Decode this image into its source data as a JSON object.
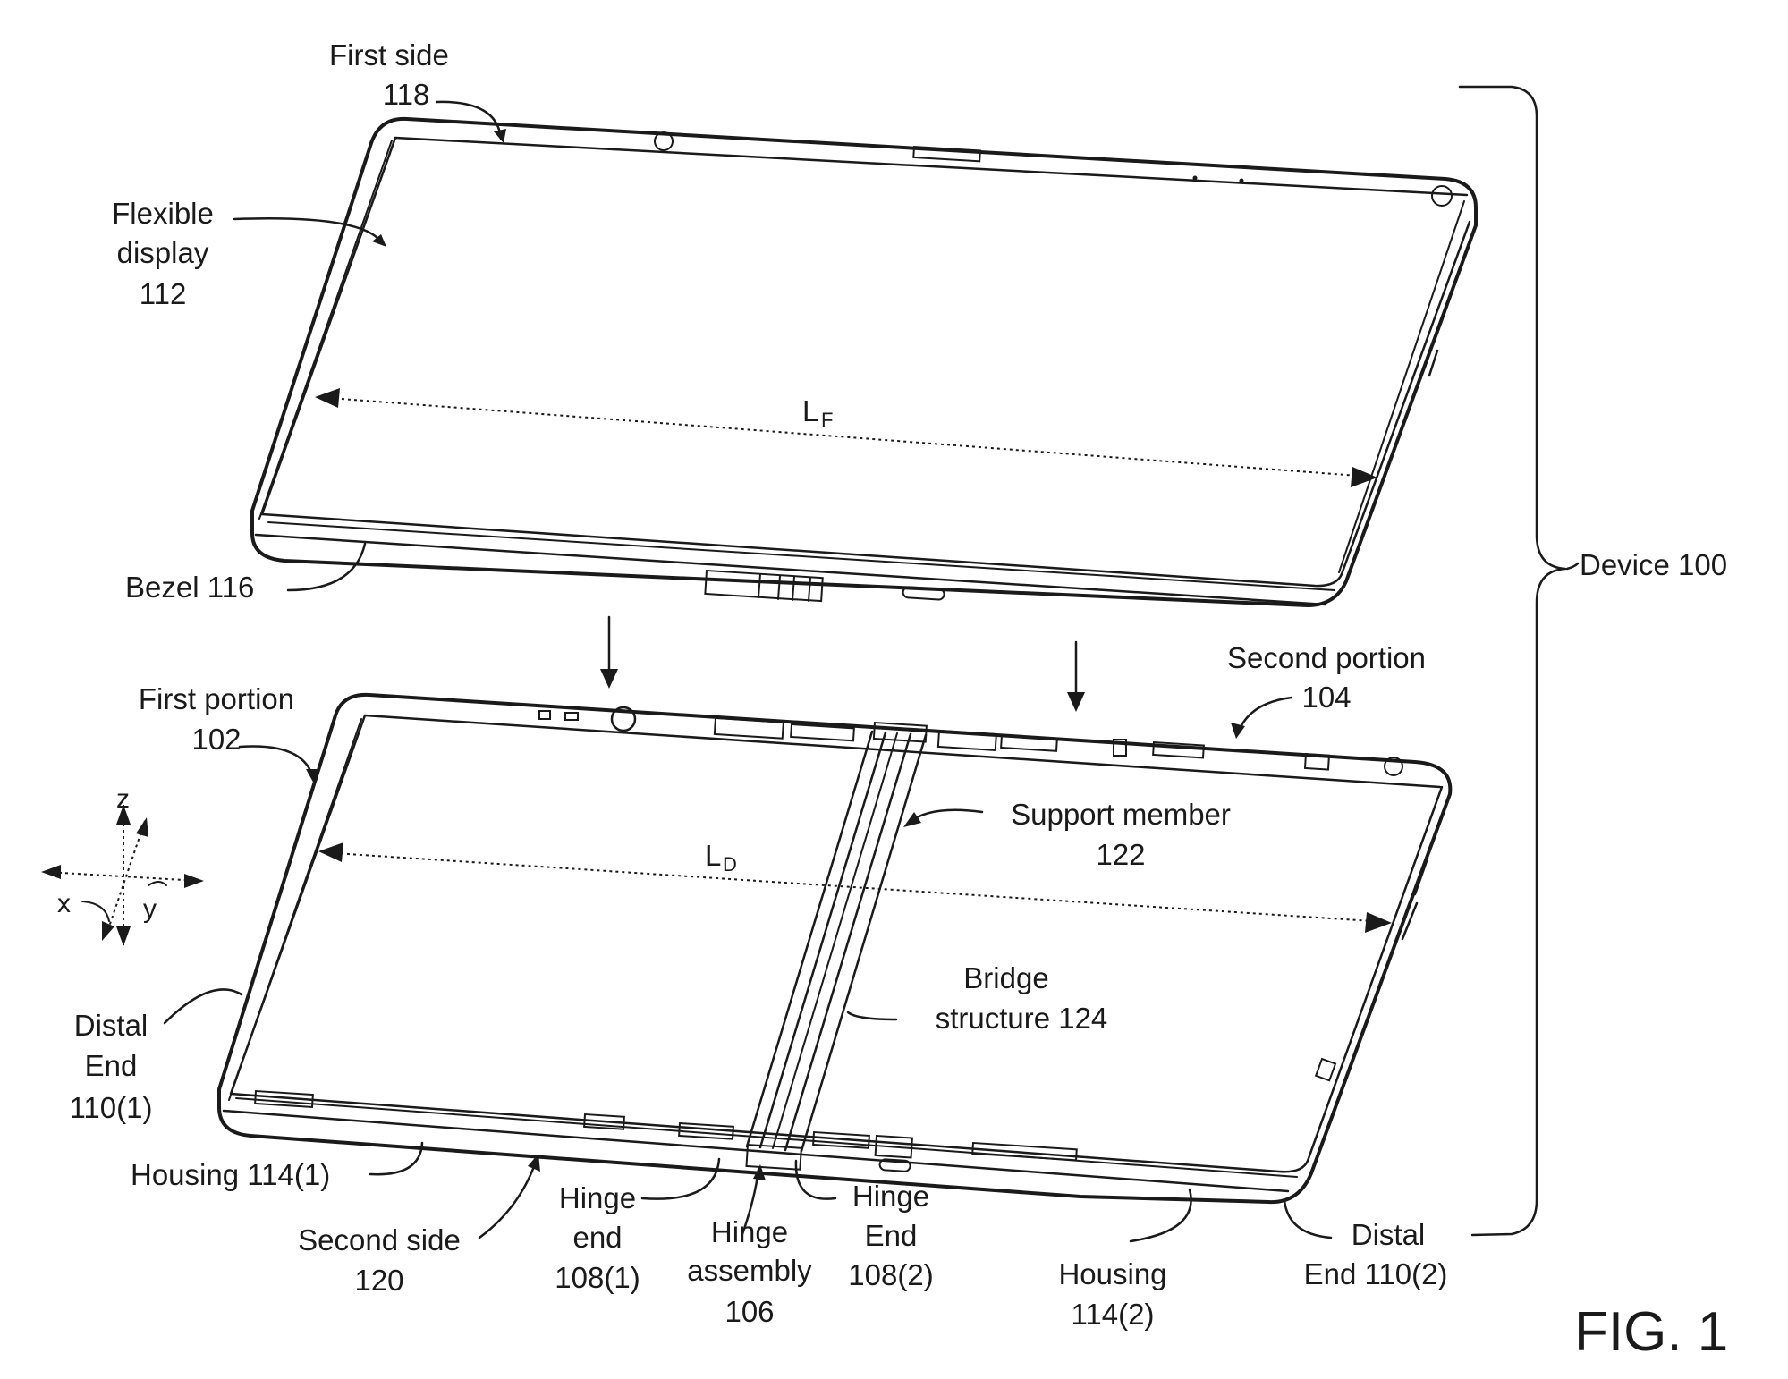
{
  "figure": {
    "title": "FIG. 1",
    "labels": {
      "first_side_l1": "First side",
      "first_side_l2": "118",
      "flexible_display_l1": "Flexible",
      "flexible_display_l2": "display",
      "flexible_display_l3": "112",
      "lf_main": "L",
      "lf_sub": "F",
      "bezel": "Bezel 116",
      "device": "Device 100",
      "second_portion_l1": "Second portion",
      "second_portion_l2": "104",
      "first_portion_l1": "First portion",
      "first_portion_l2": "102",
      "support_member_l1": "Support member",
      "support_member_l2": "122",
      "ld_main": "L",
      "ld_sub": "D",
      "bridge_l1": "Bridge",
      "bridge_l2": "structure 124",
      "distal_end_1_l1": "Distal",
      "distal_end_1_l2": "End",
      "distal_end_1_l3": "110(1)",
      "housing_1": "Housing 114(1)",
      "second_side_l1": "Second side",
      "second_side_l2": "120",
      "hinge_end_1_l1": "Hinge",
      "hinge_end_1_l2": "end",
      "hinge_end_1_l3": "108(1)",
      "hinge_assembly_l1": "Hinge",
      "hinge_assembly_l2": "assembly",
      "hinge_assembly_l3": "106",
      "hinge_end_2_l1": "Hinge",
      "hinge_end_2_l2": "End",
      "hinge_end_2_l3": "108(2)",
      "housing_2_l1": "Housing",
      "housing_2_l2": "114(2)",
      "distal_end_2_l1": "Distal",
      "distal_end_2_l2": "End 110(2)",
      "axis_z": "z",
      "axis_x": "x",
      "axis_y": "y"
    }
  }
}
